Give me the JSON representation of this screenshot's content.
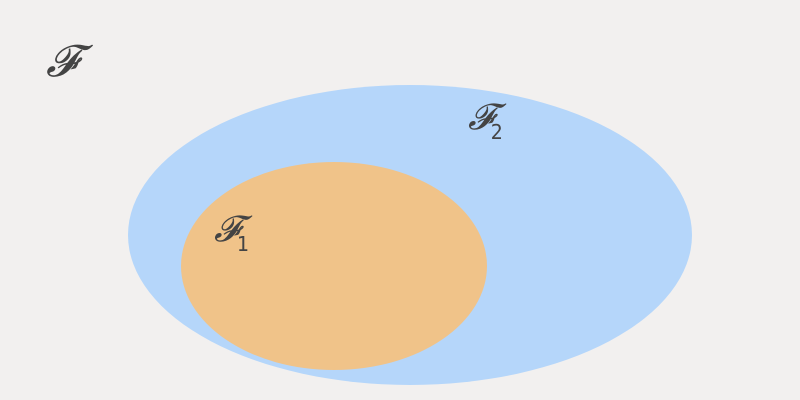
{
  "diagram": {
    "outer_set": {
      "label": "𝓕"
    },
    "sets": [
      {
        "id": "F2",
        "label_main": "𝓕",
        "label_sub": "2",
        "color": "#b5d6fa"
      },
      {
        "id": "F1",
        "label_main": "𝓕",
        "label_sub": "1",
        "color": "#f0c389"
      }
    ],
    "background_color": "#f2f0ef",
    "text_color": "#444444"
  }
}
